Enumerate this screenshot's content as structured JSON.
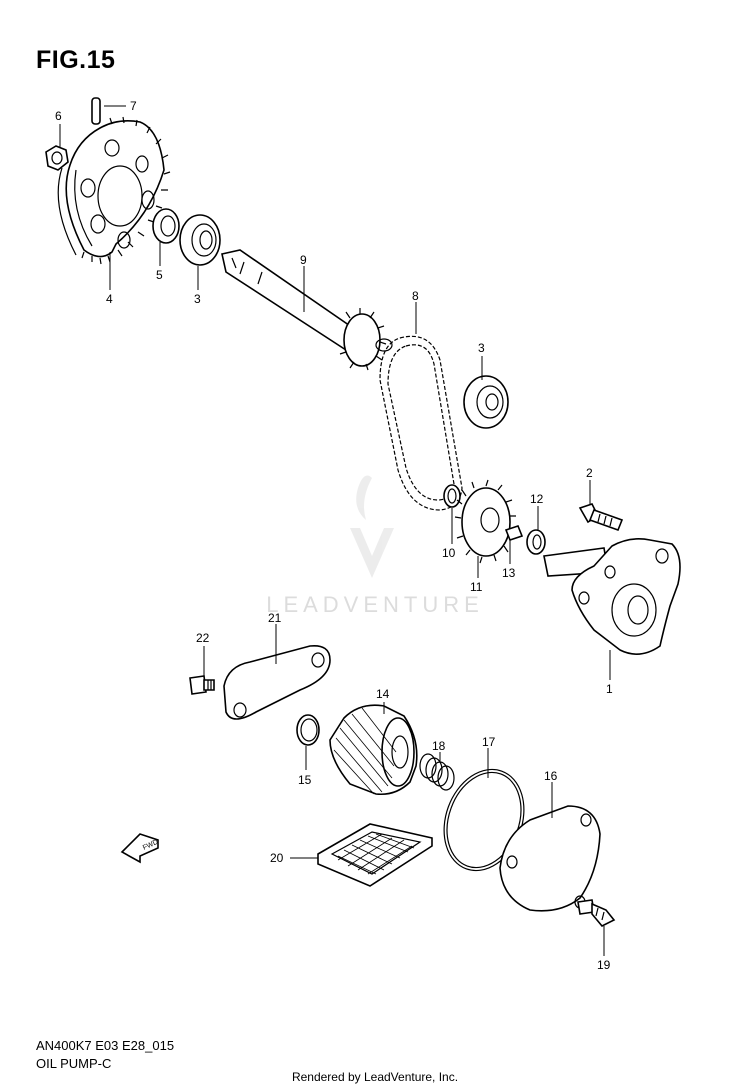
{
  "figure": {
    "title": "FIG.15",
    "model_code": "AN400K7 E03 E28_015",
    "subtitle": "OIL PUMP-C",
    "footer": "Rendered by LeadVenture, Inc.",
    "watermark": "LEADVENTURE",
    "fwd_label": "FWD"
  },
  "callouts": {
    "c1": "1",
    "c2": "2",
    "c3a": "3",
    "c3b": "3",
    "c4": "4",
    "c5": "5",
    "c6": "6",
    "c7": "7",
    "c8": "8",
    "c9": "9",
    "c10": "10",
    "c11": "11",
    "c12": "12",
    "c13": "13",
    "c14": "14",
    "c15": "15",
    "c16": "16",
    "c17": "17",
    "c18": "18",
    "c19": "19",
    "c20": "20",
    "c21": "21",
    "c22": "22"
  }
}
